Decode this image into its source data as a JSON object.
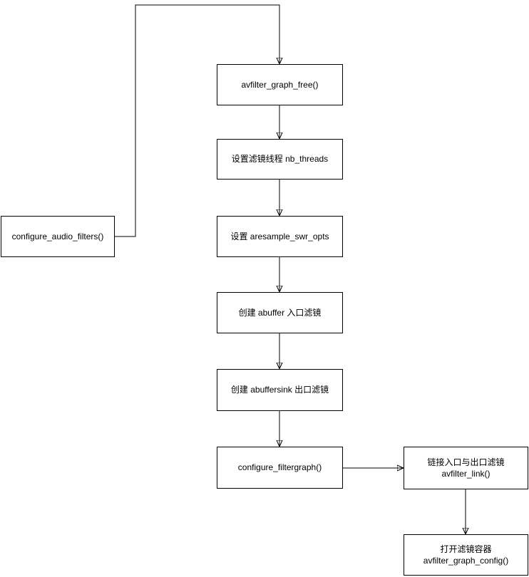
{
  "diagram": {
    "type": "flowchart",
    "background_color": "#ffffff",
    "stroke_color": "#000000",
    "text_color": "#000000",
    "nodes": {
      "configure_audio_filters": {
        "label": "configure_audio_filters()"
      },
      "avfilter_graph_free": {
        "label": "avfilter_graph_free()"
      },
      "set_filter_threads": {
        "label": "设置滤镜线程 nb_threads"
      },
      "set_aresample_swr_opts": {
        "label": "设置 aresample_swr_opts"
      },
      "create_abuffer": {
        "label": "创建 abuffer 入口滤镜"
      },
      "create_abuffersink": {
        "label": "创建 abuffersink 出口滤镜"
      },
      "configure_filtergraph": {
        "label": "configure_filtergraph()"
      },
      "avfilter_link": {
        "line1": "链接入口与出口滤镜",
        "line2": "avfilter_link()"
      },
      "avfilter_graph_config": {
        "line1": "打开滤镜容器",
        "line2": "avfilter_graph_config()"
      }
    },
    "edges": [
      {
        "from": "configure_audio_filters",
        "to": "avfilter_graph_free"
      },
      {
        "from": "avfilter_graph_free",
        "to": "set_filter_threads"
      },
      {
        "from": "set_filter_threads",
        "to": "set_aresample_swr_opts"
      },
      {
        "from": "set_aresample_swr_opts",
        "to": "create_abuffer"
      },
      {
        "from": "create_abuffer",
        "to": "create_abuffersink"
      },
      {
        "from": "create_abuffersink",
        "to": "configure_filtergraph"
      },
      {
        "from": "configure_filtergraph",
        "to": "avfilter_link"
      },
      {
        "from": "avfilter_link",
        "to": "avfilter_graph_config"
      }
    ]
  }
}
